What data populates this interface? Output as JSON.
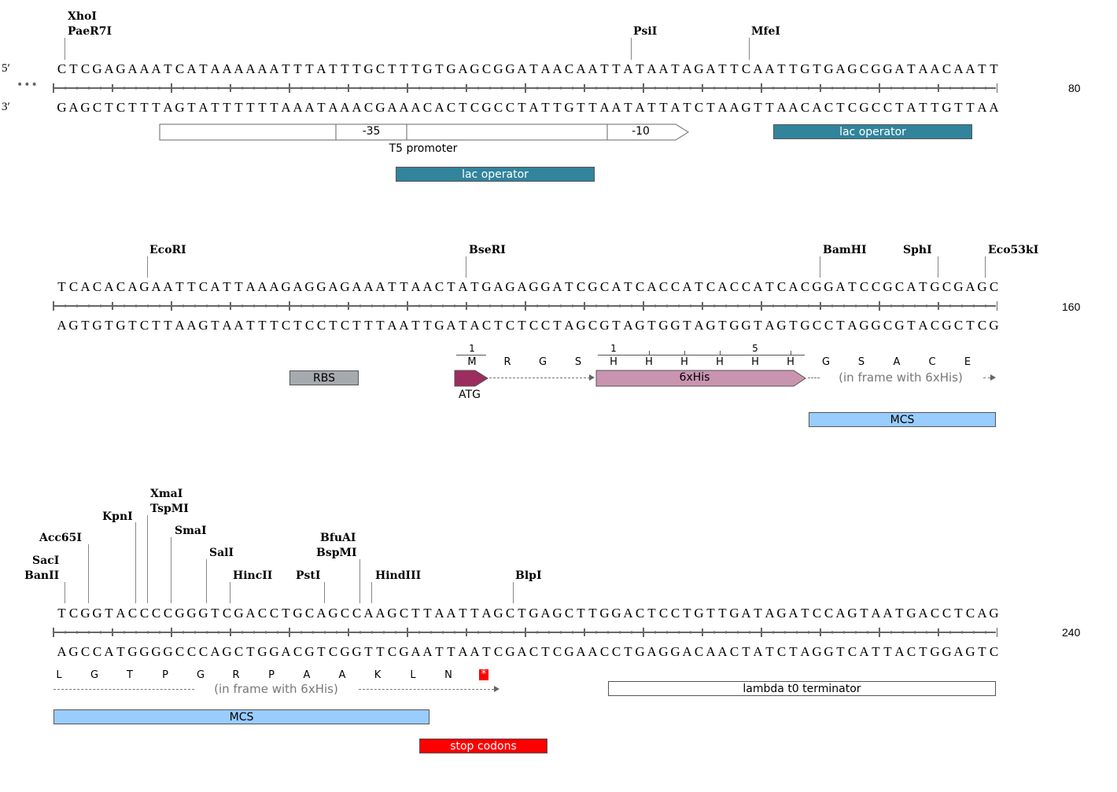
{
  "strand_labels": {
    "five": "5′",
    "three": "3′",
    "ellipsis": "•••"
  },
  "rows": [
    {
      "top": "CTCGAGAAATCATAAAAAATTTATTTGCTTTGTGAGCGGATAACAATTATAATAGATTCAATTGTGAGCGGATAACAATT",
      "bottom": "GAGCTCTTTAGTATTTTTTAAATAAACGAAACACTCGCCTATTGTTAATATTATCTAAGTTAACACTCGCCTATTGTTAA",
      "end": "80",
      "enzymes": [
        "XhoI",
        "PaeR7I",
        "PsiI",
        "MfeI"
      ],
      "features": {
        "t5_minus35": "-35",
        "t5_minus10": "-10",
        "t5_label": "T5 promoter",
        "lac1": "lac operator",
        "lac2": "lac operator"
      }
    },
    {
      "top": "TCACACAGAATTCATTAAAGAGGAGAAATTAACTATGAGAGGATCGCATCACCATCACCATCACGGATCCGCATGCGAGC",
      "bottom": "AGTGTGTCTTAAGTAATTTCTCCTCTTTAATTGATACTCTCCTAGCGTAGTGGTAGTGGTAGTGCCTAGGCGTACGCTCG",
      "end": "160",
      "enzymes": [
        "EcoRI",
        "BseRI",
        "BamHI",
        "SphI",
        "Eco53kI"
      ],
      "translation": [
        "M",
        "R",
        "G",
        "S",
        "H",
        "H",
        "H",
        "H",
        "H",
        "H",
        "G",
        "S",
        "A",
        "C",
        "E"
      ],
      "aa_numbers": {
        "m1": "1",
        "his1": "1",
        "his5": "5"
      },
      "features": {
        "atg": "ATG",
        "his": "6xHis",
        "frame": "(in frame with 6xHis)",
        "rbs": "RBS",
        "mcs": "MCS"
      }
    },
    {
      "top": "TCGGTACCCCGGGTCGACCTGCAGCCAAGCTTAATTAGCTGAGCTTGGACTCCTGTTGATAGATCCAGTAATGACCTCAG",
      "bottom": "AGCCATGGGGCCCAGCTGGACGTCGGTTCGAATTAATCGACTCGAACCTGAGGACAACTATCTAGGTCATTACTGGAGTC",
      "end": "240",
      "enzymes": [
        "XmaI",
        "TspMI",
        "KpnI",
        "SmaI",
        "Acc65I",
        "SalI",
        "SacI",
        "BanII",
        "HincII",
        "PstI",
        "BfuAI",
        "BspMI",
        "HindIII",
        "BlpI"
      ],
      "translation": [
        "L",
        "G",
        "T",
        "P",
        "G",
        "R",
        "P",
        "A",
        "A",
        "K",
        "L",
        "N",
        "*"
      ],
      "features": {
        "frame": "(in frame with 6xHis)",
        "terminator": "lambda t0 terminator",
        "mcs": "MCS",
        "stop": "stop codons"
      }
    }
  ],
  "colors": {
    "lac": "#31849B",
    "atg": "#9B2D5F",
    "his": "#C994B0",
    "rbs": "#A6A9AE",
    "mcs": "#99CCFF",
    "stop": "#FF0000"
  }
}
